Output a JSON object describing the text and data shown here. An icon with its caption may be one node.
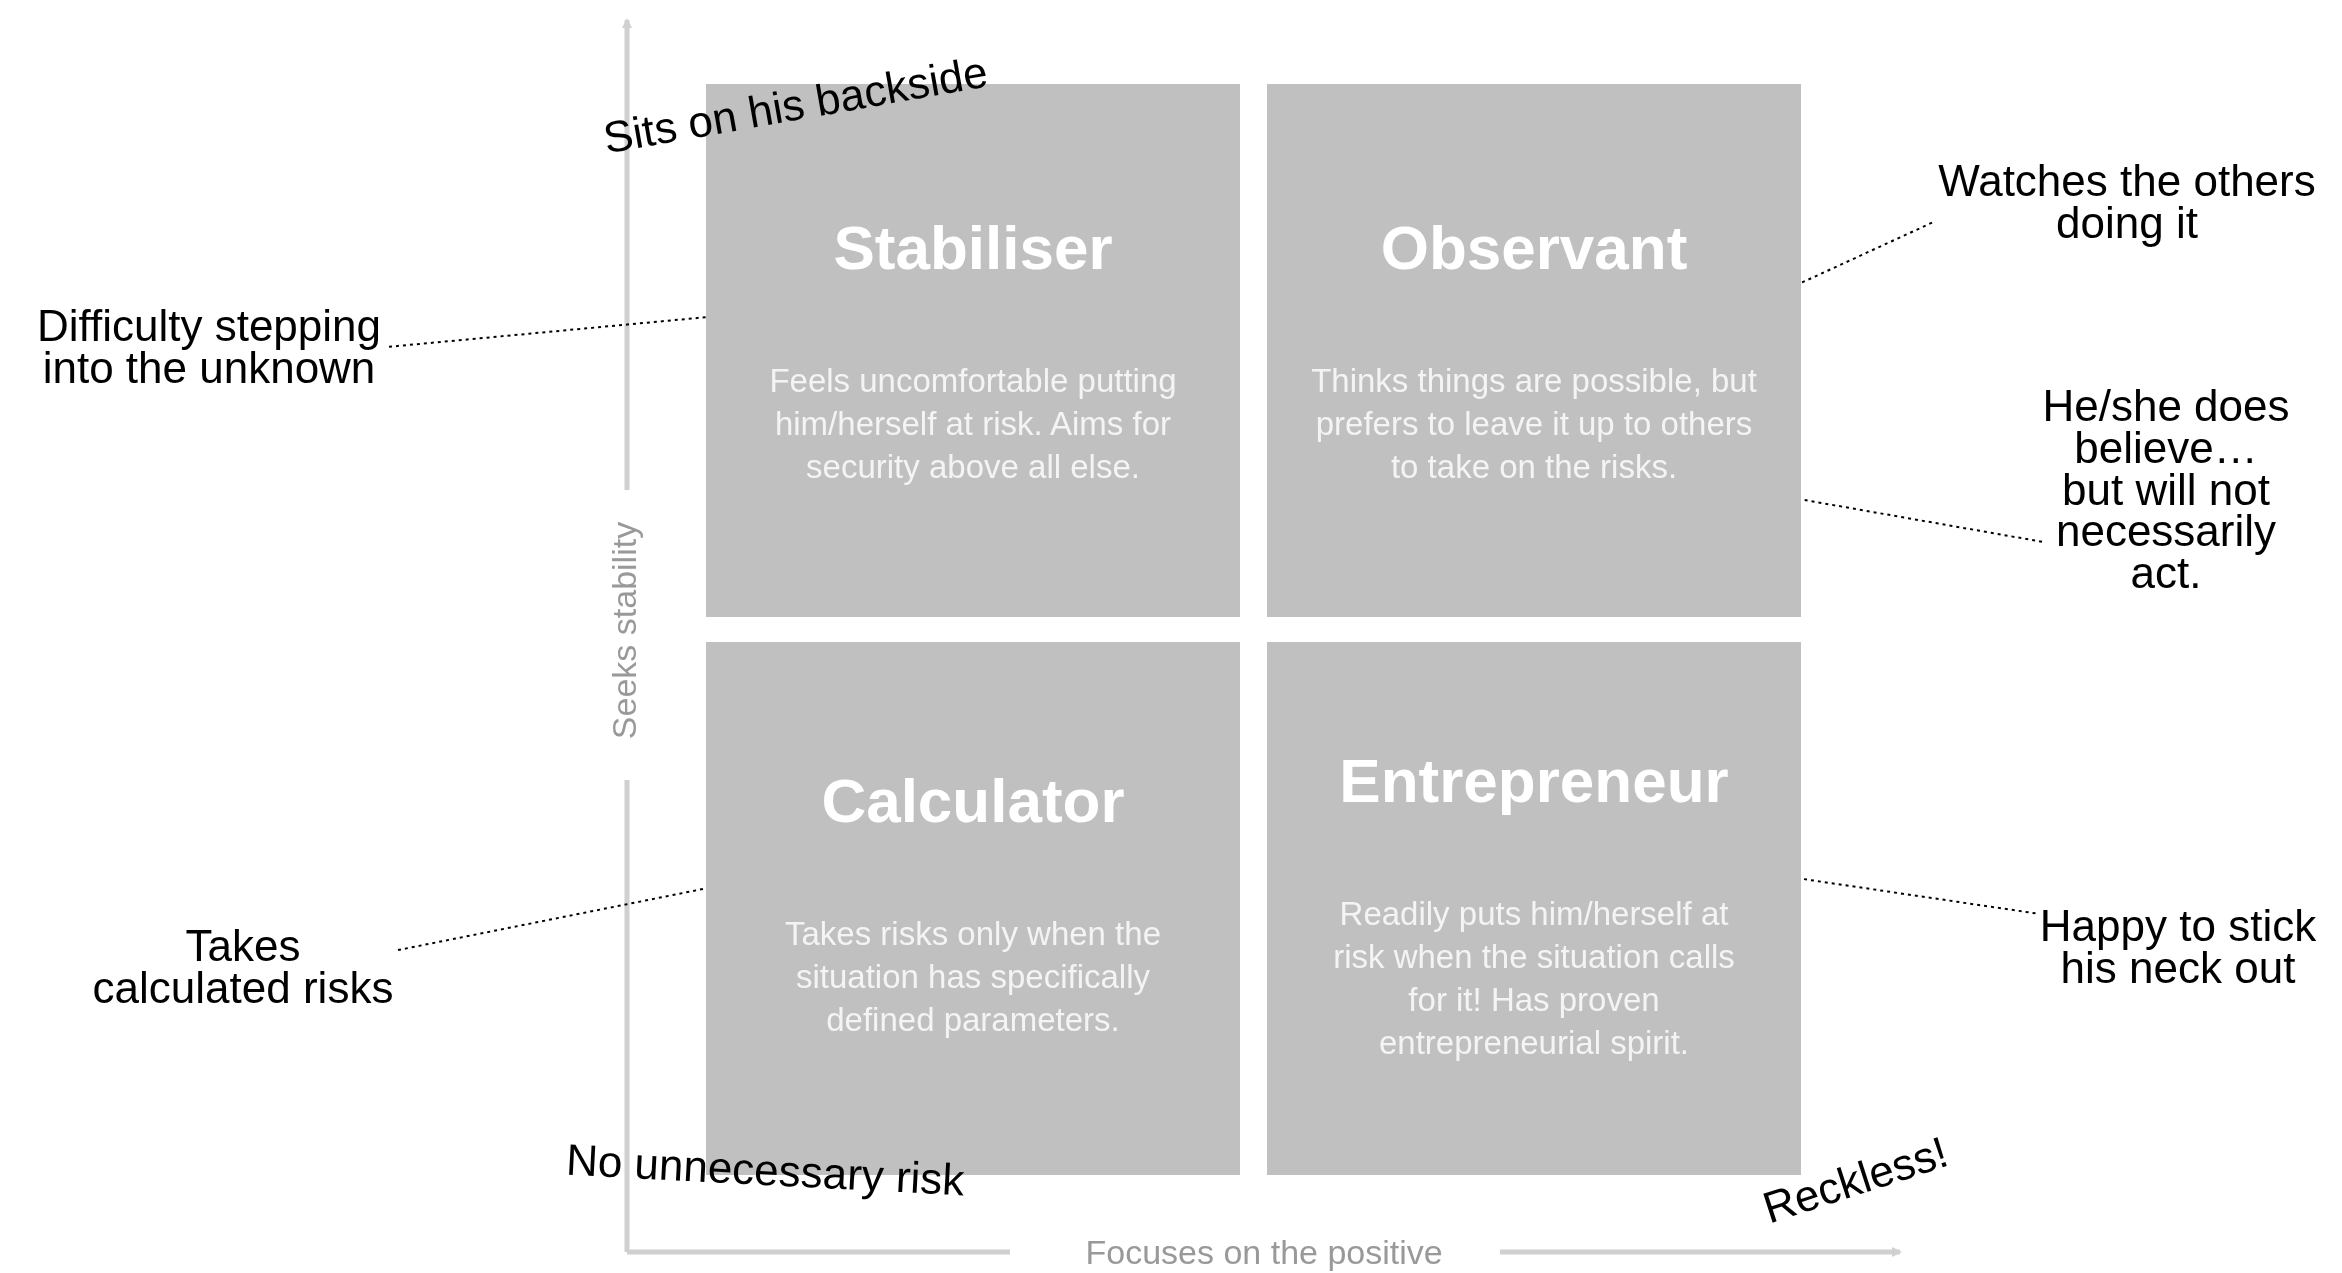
{
  "diagram": {
    "nodes": [
      {
        "text": [
          "Stabiliser",
          "Feels uncomfortable putting him/herself at risk. Aims for security above all else."
        ]
      },
      {
        "text": [
          "Observant",
          "Thinks things are possible, but prefers to leave it up to others to take on the risks."
        ]
      },
      {
        "text": [
          "Calculator",
          "Takes risks only when the situation has specifically defined parameters."
        ]
      },
      {
        "text": [
          "Entrepreneur",
          "Readily puts him/herself at risk when the situation calls for it! Has proven entrepreneurial spirit."
        ]
      },
      {
        "text": [
          "Difficulty stepping into the unknown"
        ]
      },
      {
        "text": [
          "Watches the others doing it"
        ]
      },
      {
        "text": [
          "He/she does believe… but will not necessarily act."
        ]
      },
      {
        "text": [
          "Takes calculated risks"
        ]
      },
      {
        "text": [
          "Happy to stick his neck out"
        ]
      }
    ],
    "edges": [
      {
        "from": 4,
        "to": 0,
        "arrow": "none",
        "style": "dashed"
      },
      {
        "from": 5,
        "to": 1,
        "arrow": "none",
        "style": "dashed"
      },
      {
        "from": 6,
        "to": 1,
        "arrow": "none",
        "style": "dashed"
      },
      {
        "from": 7,
        "to": 2,
        "arrow": "none",
        "style": "dashed"
      },
      {
        "from": 8,
        "to": 3,
        "arrow": "none",
        "style": "dashed"
      }
    ],
    "labels": [
      "Sits on his backside",
      "Seeks stability",
      "No unnecessary risk",
      "Reckless!",
      "Focuses on the positive"
    ]
  }
}
